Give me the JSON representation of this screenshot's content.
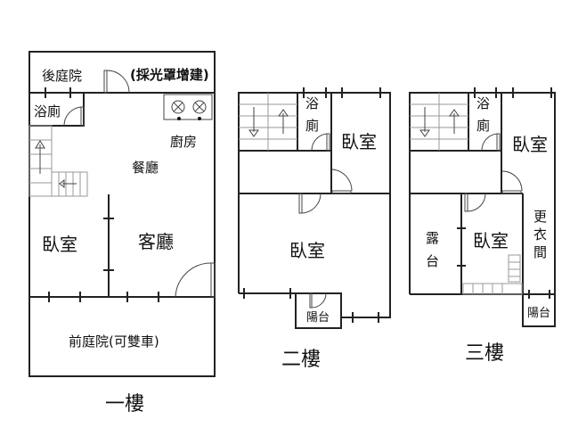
{
  "floors": [
    {
      "label": "一樓",
      "rooms": {
        "back_yard": "後庭院",
        "skylight": "(採光罩增建)",
        "bath": "浴廁",
        "kitchen": "廚房",
        "dining": "餐廳",
        "bedroom": "臥室",
        "living": "客廳",
        "front_yard": "前庭院(可雙車)"
      }
    },
    {
      "label": "二樓",
      "rooms": {
        "bath_1": "浴",
        "bath_2": "廁",
        "bedroom_small": "臥室",
        "bedroom_large": "臥室",
        "balcony": "陽台"
      }
    },
    {
      "label": "三樓",
      "rooms": {
        "bath_1": "浴",
        "bath_2": "廁",
        "bedroom_back": "臥室",
        "terrace_1": "露",
        "terrace_2": "台",
        "bedroom_front": "臥室",
        "closet_1": "更",
        "closet_2": "衣",
        "closet_3": "間",
        "balcony": "陽台"
      }
    }
  ]
}
